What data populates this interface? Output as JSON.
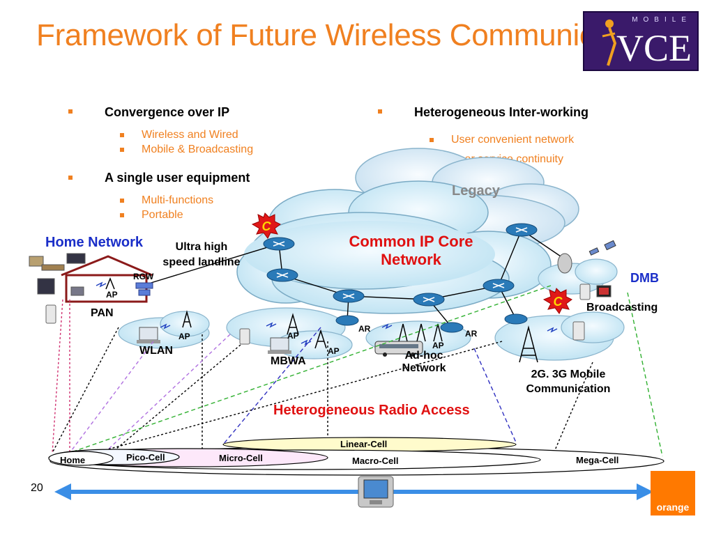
{
  "slide": {
    "title": "Framework of Future Wireless Communication",
    "page_number": "20"
  },
  "logo": {
    "top_text": "MOBILE",
    "main_text": "VCE",
    "bg_color": "#3a1a6a"
  },
  "orange_logo": {
    "text": "orange",
    "color": "#ff7900"
  },
  "bullets_left": [
    {
      "text": "Convergence over IP",
      "sub": [
        "Wireless and Wired",
        "Mobile & Broadcasting"
      ]
    },
    {
      "text": "A single user equipment",
      "sub": [
        "Multi-functions",
        "Portable"
      ]
    }
  ],
  "bullets_right": [
    {
      "text": "Heterogeneous Inter-working",
      "sub": [
        "User convenient network",
        "User service continuity"
      ]
    }
  ],
  "labels": {
    "legacy": "Legacy",
    "core_line1": "Common IP Core",
    "core_line2": "Network",
    "home_network": "Home Network",
    "ultra_line1": "Ultra high",
    "ultra_line2": "speed landline",
    "rgw": "RGW",
    "ap_home": "AP",
    "pan": "PAN",
    "wlan": "WLAN",
    "ap_wlan": "AP",
    "mbwa": "MBWA",
    "ap_mbwa1": "AP",
    "ap_mbwa2": "AP",
    "ar1": "AR",
    "ar2": "AR",
    "ap_adhoc": "AP",
    "adhoc_line1": "Ad-hoc",
    "adhoc_line2": "Network",
    "dmb": "DMB",
    "broadcasting": "Broadcasting",
    "mobile_line1": "2G. 3G Mobile",
    "mobile_line2": "Communication",
    "het_radio": "Heterogeneous Radio Access",
    "c1": "C",
    "c2": "C"
  },
  "cells": {
    "home": "Home",
    "pico": "Pico-Cell",
    "micro": "Micro-Cell",
    "linear": "Linear-Cell",
    "macro": "Macro-Cell",
    "mega": "Mega-Cell"
  },
  "colors": {
    "accent": "#f08020",
    "red_label": "#e01010",
    "blue_label": "#1a2ec8",
    "cloud": "#c8e8f4",
    "router": "#2a7ab8",
    "arrow": "#3a8ee6"
  }
}
